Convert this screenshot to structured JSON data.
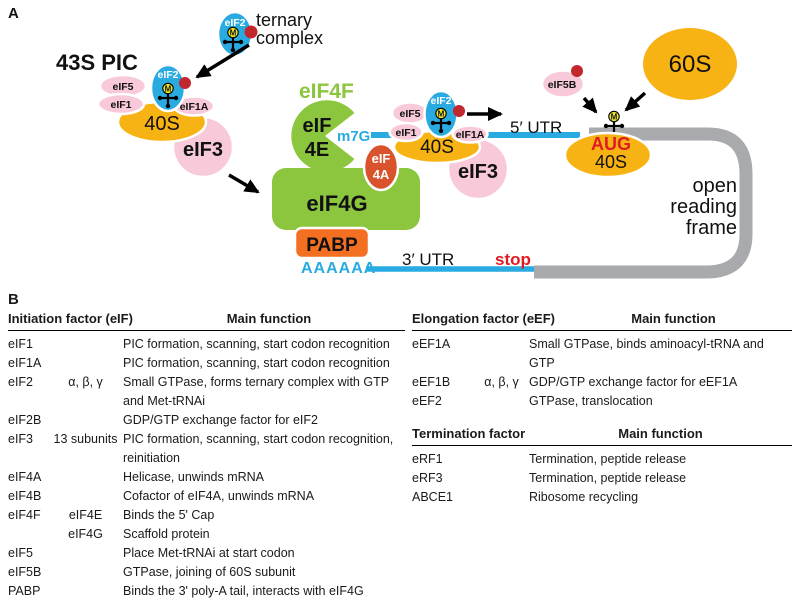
{
  "colors": {
    "blue": "#29abe2",
    "pink": "#f8c9d8",
    "gold": "#f7b213",
    "green": "#8cc63f",
    "red_orange": "#d9542c",
    "orange": "#f36f21",
    "dark_red": "#c1272d",
    "red": "#e01b22",
    "gray": "#a8aaad",
    "yellow": "#ede72f"
  },
  "panel_a": {
    "label": "A",
    "ternary": {
      "name": "eIF2",
      "m": "M",
      "caption1": "ternary",
      "caption2": "complex"
    },
    "pic": {
      "title": "43S PIC",
      "eif5": "eIF5",
      "eif1": "eIF1",
      "eif2": "eIF2",
      "eif1a": "eIF1A",
      "m": "M",
      "s40": "40S",
      "eif3": "eIF3"
    },
    "cap_complex": {
      "eif4f": "eIF4F",
      "eif4e_l1": "eIF",
      "eif4e_l2": "4E",
      "m7g": "m7G",
      "eif4a_l1": "eIF",
      "eif4a_l2": "4A",
      "eif4g": "eIF4G",
      "pabp": "PABP"
    },
    "scanning": {
      "eif5": "eIF5",
      "eif1": "eIF1",
      "eif2": "eIF2",
      "eif1a": "eIF1A",
      "m": "M",
      "s40": "40S",
      "eif3": "eIF3"
    },
    "joining": {
      "eif5b": "eIF5B",
      "s60": "60S"
    },
    "start": {
      "aug": "AUG",
      "s40": "40S",
      "m": "M"
    },
    "mrna": {
      "utr5": "5′ UTR",
      "utr3": "3′ UTR",
      "polya": "AAAAAA",
      "stop": "stop",
      "orf1": "open",
      "orf2": "reading",
      "orf3": "frame"
    }
  },
  "panel_b": {
    "label": "B",
    "left_table": {
      "header_factor": "Initiation factor (eIF)",
      "header_function": "Main function",
      "rows": [
        {
          "factor": "eIF1",
          "sub": "",
          "function": "PIC formation, scanning, start codon recognition"
        },
        {
          "factor": "eIF1A",
          "sub": "",
          "function": "PIC formation, scanning, start codon recognition"
        },
        {
          "factor": "eIF2",
          "sub": "α, β, γ",
          "function": "Small GTPase, forms ternary complex with GTP and Met-tRNAi"
        },
        {
          "factor": "eIF2B",
          "sub": "",
          "function": "GDP/GTP exchange factor for eIF2"
        },
        {
          "factor": "eIF3",
          "sub": "13 subunits",
          "function": "PIC formation, scanning, start codon recognition, reinitiation"
        },
        {
          "factor": "eIF4A",
          "sub": "",
          "function": "Helicase, unwinds mRNA"
        },
        {
          "factor": "eIF4B",
          "sub": "",
          "function": "Cofactor of eIF4A, unwinds mRNA"
        },
        {
          "factor": "eIF4F",
          "sub": "eIF4E",
          "function": "Binds the 5' Cap"
        },
        {
          "factor": "",
          "sub": "eIF4G",
          "function": "Scaffold protein"
        },
        {
          "factor": "eIF5",
          "sub": "",
          "function": "Place Met-tRNAi at start codon"
        },
        {
          "factor": "eIF5B",
          "sub": "",
          "function": "GTPase, joining of 60S subunit"
        },
        {
          "factor": "PABP",
          "sub": "",
          "function": "Binds the 3' poly-A tail, interacts with eIF4G"
        }
      ]
    },
    "elongation_table": {
      "header_factor": "Elongation factor (eEF)",
      "header_function": "Main function",
      "rows": [
        {
          "factor": "eEF1A",
          "sub": "",
          "function": "Small GTPase, binds aminoacyl-tRNA and GTP"
        },
        {
          "factor": "eEF1B",
          "sub": "α, β, γ",
          "function": "GDP/GTP exchange factor for eEF1A"
        },
        {
          "factor": "eEF2",
          "sub": "",
          "function": "GTPase, translocation"
        }
      ]
    },
    "termination_table": {
      "header_factor": "Termination factor",
      "header_function": "Main function",
      "rows": [
        {
          "factor": "eRF1",
          "sub": "",
          "function": "Termination, peptide release"
        },
        {
          "factor": "eRF3",
          "sub": "",
          "function": "Termination, peptide release"
        },
        {
          "factor": "ABCE1",
          "sub": "",
          "function": "Ribosome recycling"
        }
      ]
    }
  }
}
